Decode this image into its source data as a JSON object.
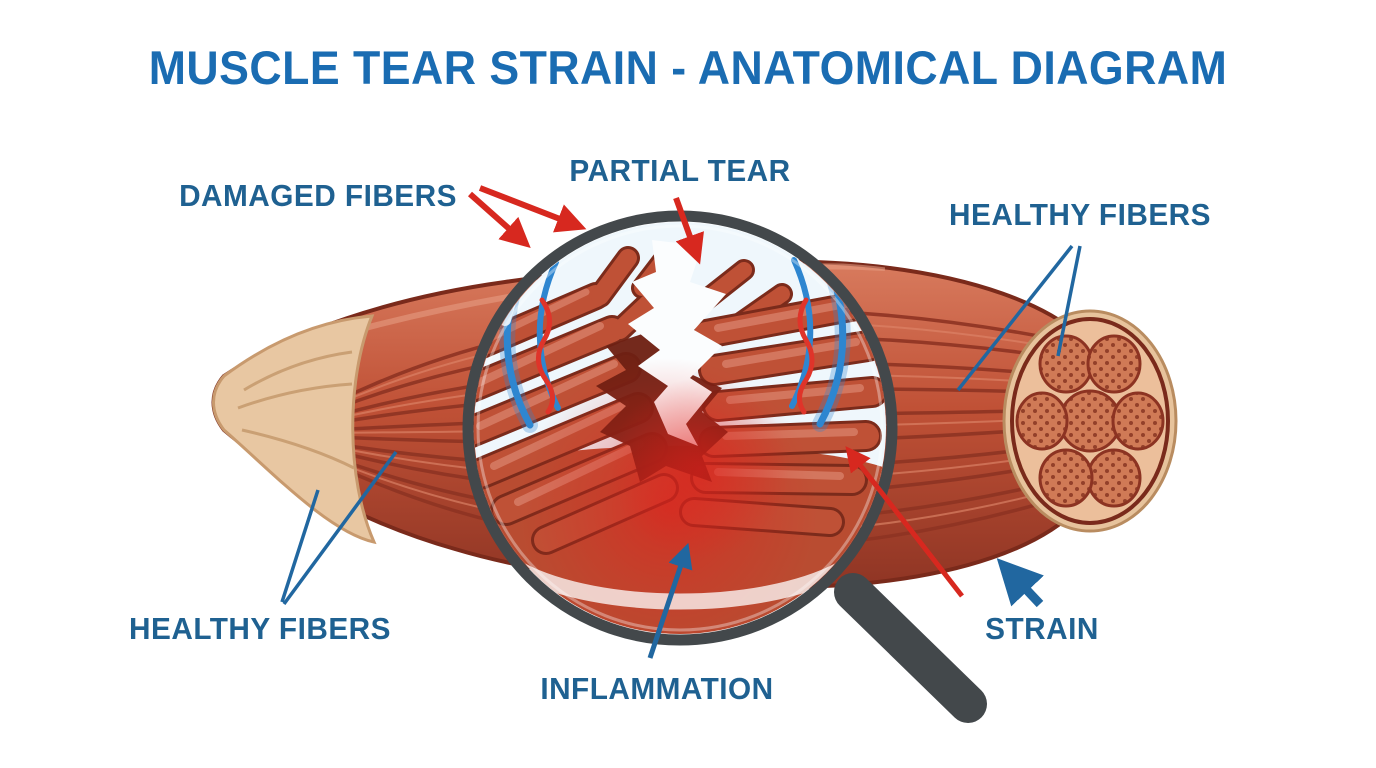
{
  "title": "MUSCLE TEAR STRAIN - ANATOMICAL DIAGRAM",
  "labels": {
    "damaged_fibers": "DAMAGED FIBERS",
    "partial_tear": "PARTIAL TEAR",
    "healthy_fibers_top": "HEALTHY FIBERS",
    "healthy_fibers_bottom": "HEALTHY FIBERS",
    "inflammation": "INFLAMMATION",
    "strain": "STRAIN"
  },
  "colors": {
    "background": "#ffffff",
    "title_blue": "#1a6cb2",
    "label_blue": "#1f6191",
    "annotation_red": "#d7281f",
    "annotation_blue": "#2167a0",
    "muscle_red": "#c05136",
    "muscle_dark": "#8e3423",
    "tendon_beige": "#e8c7a2",
    "tear_dark": "#6e2013",
    "magnifier_gray": "#43484b",
    "stress_blue": "#2e86d0"
  }
}
